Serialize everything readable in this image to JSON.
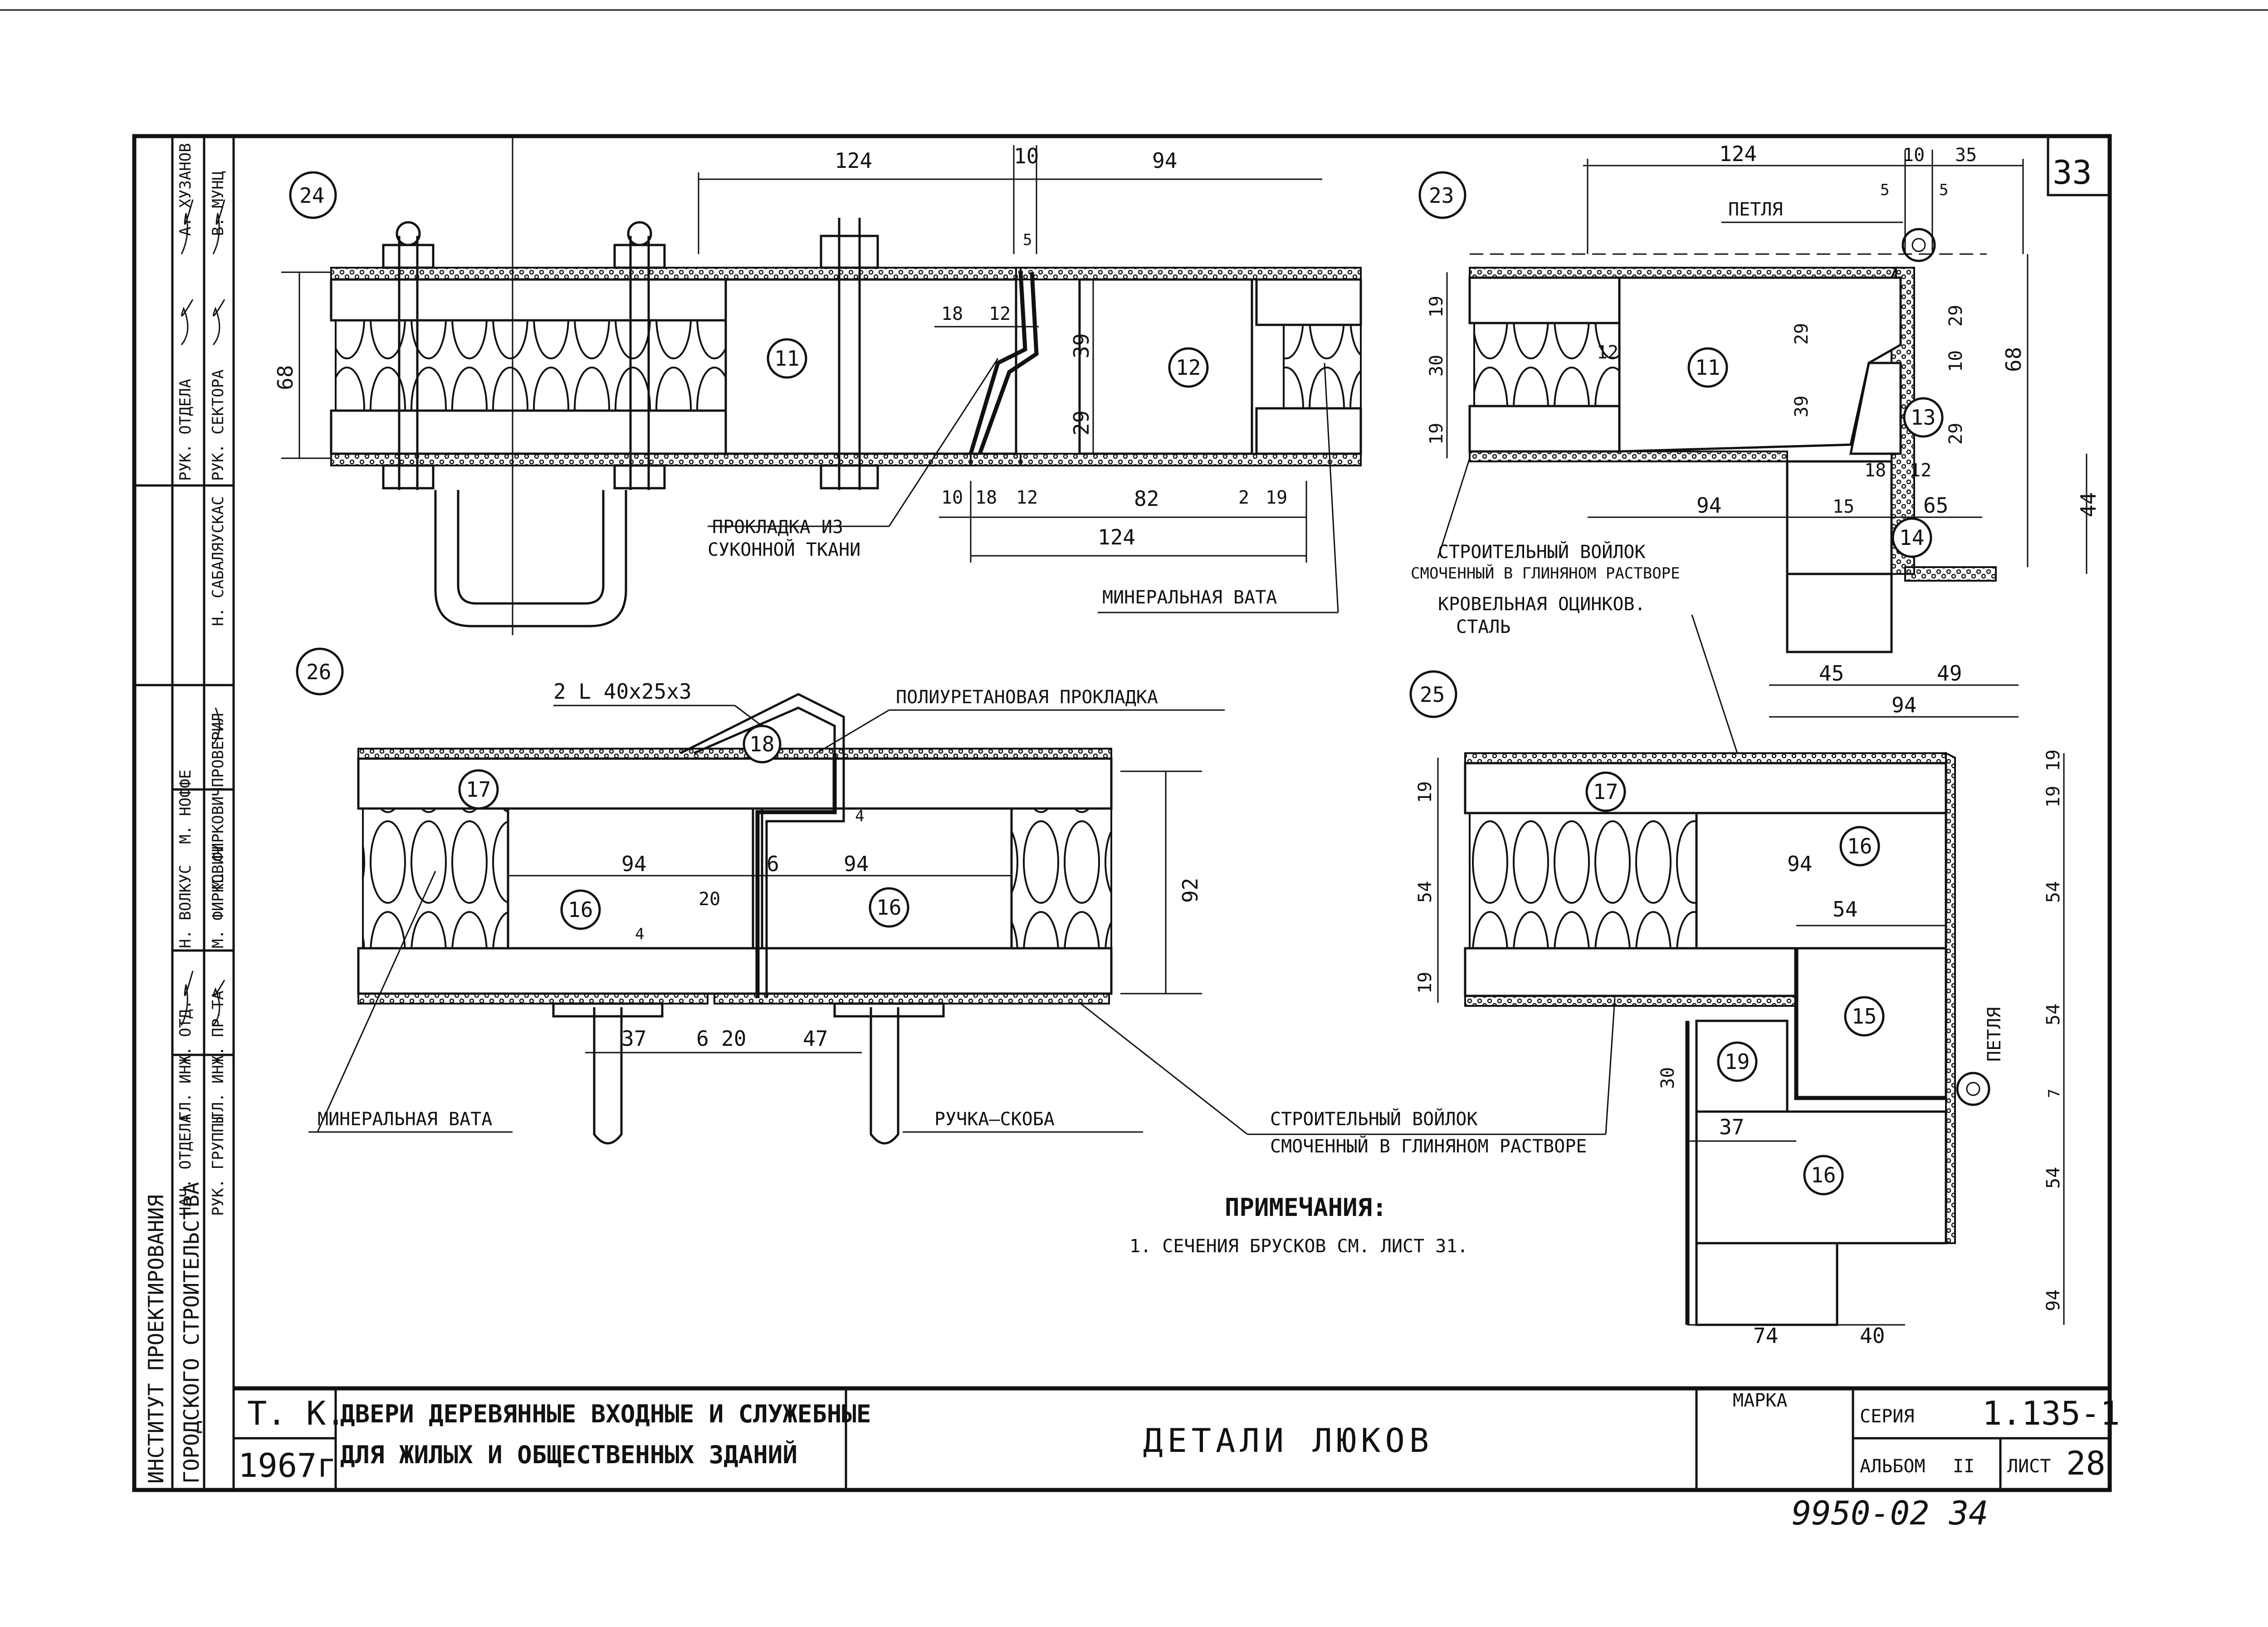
{
  "sheet": {
    "corner_number": "33",
    "bottom_code": "9950-02 34"
  },
  "side_stamp": {
    "institute": "ИНСТИТУТ ПРОЕКТИРОВАНИЯ",
    "city": "ГОРОДСКОГО СТРОИТЕЛЬСТВА",
    "roles": [
      "НАЧ. ОТДЕЛА",
      "ГЛ. ИНЖ. ОТД.",
      "РУК. ГРУППЫ",
      "ГЛ. ИНЖ. ПР-ТА",
      "ПРОВЕРИЛ"
    ],
    "names": [
      "Н. ВОЛКУС",
      "М. НОФФЕ",
      "М. ФИРКОВИЧ",
      "М. ФИРКОВИЧ"
    ],
    "top_roles": [
      "РУК. ОТДЕЛА",
      "РУК. СЕКТОРА"
    ],
    "top_names": [
      "А. ХУЗАНОВ",
      "В. МУНЦ"
    ],
    "extra_name": "Н. САБАЛЯУСКАС"
  },
  "title_block": {
    "tk": "Т. К.",
    "year": "1967г",
    "line1": "ДВЕРИ ДЕРЕВЯННЫЕ ВХОДНЫЕ И СЛУЖЕБНЫЕ",
    "line2": "ДЛЯ ЖИЛЫХ И ОБЩЕСТВЕННЫХ ЗДАНИЙ",
    "drawing_title": "ДЕТАЛИ ЛЮКОВ",
    "marka_label": "МАРКА",
    "seria_label": "СЕРИЯ",
    "seria_value": "1.135-1",
    "album_label": "АЛЬБОМ",
    "album_value": "II",
    "list_label": "ЛИСТ",
    "list_value": "28"
  },
  "details": {
    "d24": "24",
    "d23": "23",
    "d26": "26",
    "d25": "25"
  },
  "parts": [
    "11",
    "12",
    "13",
    "14",
    "15",
    "16",
    "17",
    "18",
    "19"
  ],
  "labels": {
    "prokladka1": "ПРОКЛАДКА ИЗ",
    "prokladka2": "СУКОННОЙ ТКАНИ",
    "mineral": "МИНЕРАЛЬНАЯ ВАТА",
    "mineral2": "МИНЕРАЛЬНАЯ ВАТА",
    "petlya": "ПЕТЛЯ",
    "petlya2": "ПЕТЛЯ",
    "voilok1": "СТРОИТЕЛЬНЫЙ ВОЙЛОК",
    "voilok2": "СМОЧЕННЫЙ В ГЛИНЯНОМ РАСТВОРЕ",
    "krovel1": "КРОВЕЛЬНАЯ ОЦИНКОВ.",
    "krovel2": "СТАЛЬ",
    "angle": "2 L 40x25x3",
    "poliuretan": "ПОЛИУРЕТАНОВАЯ ПРОКЛАДКА",
    "ruchka": "РУЧКА–СКОБА",
    "voilok3": "СТРОИТЕЛЬНЫЙ ВОЙЛОК",
    "voilok4": "СМОЧЕННЫЙ В ГЛИНЯНОМ РАСТВОРЕ",
    "notes_title": "ПРИМЕЧАНИЯ:",
    "notes_1": "1. СЕЧЕНИЯ  БРУСКОВ СМ. ЛИСТ 31."
  },
  "dims": {
    "a124": "124",
    "a10": "10",
    "a94": "94",
    "a5": "5",
    "a18": "18",
    "a12": "12",
    "a68": "68",
    "a39": "39",
    "a29": "29",
    "b10": "10",
    "b18": "18",
    "b12": "12",
    "b82": "82",
    "b2": "2",
    "b19": "19",
    "b124": "124",
    "c124": "124",
    "c10": "10",
    "c35": "35",
    "c5a": "5",
    "c5b": "5",
    "c19a": "19",
    "c30": "30",
    "c19b": "19",
    "c12": "12",
    "c29": "29",
    "c39": "39",
    "c10b": "10",
    "c29b": "29",
    "c29c": "29",
    "c68": "68",
    "c44": "44",
    "c18": "18",
    "c12b": "12",
    "c94": "94",
    "c15": "15",
    "c65": "65",
    "c45": "45",
    "c49": "49",
    "c94b": "94",
    "e94a": "94",
    "e6": "6",
    "e94b": "94",
    "e20": "20",
    "e92": "92",
    "e4": "4",
    "e4b": "4",
    "e37": "37",
    "e6b": "6",
    "e20b": "20",
    "e47": "47",
    "f19a": "19",
    "f54a": "54",
    "f19b": "19",
    "f94": "94",
    "f54": "54",
    "f30": "30",
    "f37": "37",
    "f54r": "54",
    "f54r2": "54",
    "f54r3": "54",
    "f19r": "19",
    "f19r2": "19",
    "f7": "7",
    "f94r": "94",
    "f74": "74",
    "f40": "40"
  }
}
